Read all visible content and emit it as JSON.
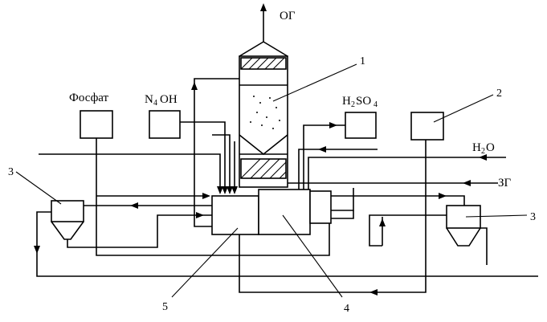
{
  "labels": {
    "off_gas": "ОГ",
    "phosphate": "Фосфат",
    "ammonia_main": "N",
    "ammonia_sub": "4",
    "ammonia_tail": "OH",
    "acid_main": "H",
    "acid_sub1": "2",
    "acid_mid": "SO",
    "acid_sub2": "4",
    "water_main": "H",
    "water_sub": "2",
    "water_tail": "O",
    "feed_gas": "ЗГ"
  },
  "callouts": {
    "n1": "1",
    "n2": "2",
    "n3_left": "3",
    "n3_right": "3",
    "n4": "4",
    "n5": "5"
  }
}
